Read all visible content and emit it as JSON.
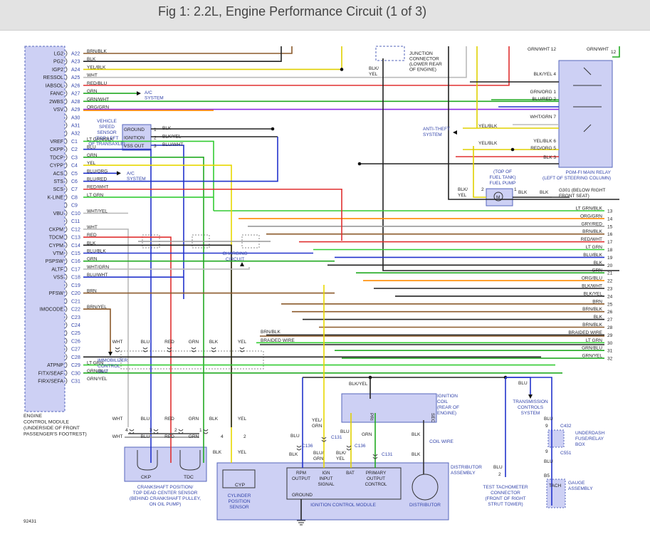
{
  "title": "Fig 1: 2.2L, Engine Performance Circuit (1 of 3)",
  "figure_id": "92431",
  "ecm": {
    "label_lines": [
      "ENGINE",
      "CONTROL MODULE",
      "(UNDERSIDE OF FRONT",
      "PASSENGER'S FOOTREST)"
    ],
    "pins": [
      {
        "sig": "LG2",
        "pin": "A22",
        "color": "BRN/BLK",
        "wc": "#8b5a2b"
      },
      {
        "sig": "PG2",
        "pin": "A23",
        "color": "BLK",
        "wc": "#222222"
      },
      {
        "sig": "IGP2",
        "pin": "A24",
        "color": "YEL/BLK",
        "wc": "#e0d000"
      },
      {
        "sig": "RESSOL",
        "pin": "A25",
        "color": "WHT",
        "wc": "#bbbbbb"
      },
      {
        "sig": "IABSOL",
        "pin": "A26",
        "color": "RED/BLU",
        "wc": "#e03030"
      },
      {
        "sig": "FANC",
        "pin": "A27",
        "color": "GRN",
        "wc": "#22aa22"
      },
      {
        "sig": "2WBS",
        "pin": "A28",
        "color": "GRN/WHT",
        "wc": "#22aa22"
      },
      {
        "sig": "VSV",
        "pin": "A29",
        "color": "ORG/GRN",
        "wc": "#ff8c00"
      },
      {
        "sig": "",
        "pin": "A30",
        "color": "",
        "wc": ""
      },
      {
        "sig": "",
        "pin": "A31",
        "color": "",
        "wc": ""
      },
      {
        "sig": "",
        "pin": "A32",
        "color": "",
        "wc": ""
      },
      {
        "sig": "VREF",
        "pin": "C1",
        "color": "LT GRN/BLK",
        "wc": "#33cc33"
      },
      {
        "sig": "CKPP",
        "pin": "C2",
        "color": "BLU",
        "wc": "#2233cc"
      },
      {
        "sig": "TDCP",
        "pin": "C3",
        "color": "GRN",
        "wc": "#22aa22"
      },
      {
        "sig": "CYPP",
        "pin": "C4",
        "color": "YEL",
        "wc": "#e8d800"
      },
      {
        "sig": "ACS",
        "pin": "C5",
        "color": "BLU/ORG",
        "wc": "#2233cc"
      },
      {
        "sig": "STS",
        "pin": "C6",
        "color": "BLU/RED",
        "wc": "#2233cc"
      },
      {
        "sig": "SCS",
        "pin": "C7",
        "color": "RED/WHT",
        "wc": "#e03030"
      },
      {
        "sig": "K-LINE",
        "pin": "C8",
        "color": "LT GRN",
        "wc": "#33cc33"
      },
      {
        "sig": "",
        "pin": "C9",
        "color": "",
        "wc": ""
      },
      {
        "sig": "VBU",
        "pin": "C10",
        "color": "WHT/YEL",
        "wc": "#bbbbbb"
      },
      {
        "sig": "",
        "pin": "C11",
        "color": "",
        "wc": ""
      },
      {
        "sig": "CKPM",
        "pin": "C12",
        "color": "WHT",
        "wc": "#bbbbbb"
      },
      {
        "sig": "TDCM",
        "pin": "C13",
        "color": "RED",
        "wc": "#e03030"
      },
      {
        "sig": "CYPM",
        "pin": "C14",
        "color": "BLK",
        "wc": "#222222"
      },
      {
        "sig": "VTM",
        "pin": "C15",
        "color": "BLU/BLK",
        "wc": "#2233cc"
      },
      {
        "sig": "PSPSW",
        "pin": "C16",
        "color": "GRN",
        "wc": "#22aa22"
      },
      {
        "sig": "ALTF",
        "pin": "C17",
        "color": "WHT/GRN",
        "wc": "#bbbbbb"
      },
      {
        "sig": "VSS",
        "pin": "C18",
        "color": "BLU/WHT",
        "wc": "#2233cc"
      },
      {
        "sig": "",
        "pin": "C19",
        "color": "",
        "wc": ""
      },
      {
        "sig": "PFSW",
        "pin": "C20",
        "color": "BRN",
        "wc": "#8b5a2b"
      },
      {
        "sig": "",
        "pin": "C21",
        "color": "",
        "wc": ""
      },
      {
        "sig": "IMOCODE",
        "pin": "C22",
        "color": "BRN/YEL",
        "wc": "#8b5a2b"
      },
      {
        "sig": "",
        "pin": "C23",
        "color": "",
        "wc": ""
      },
      {
        "sig": "",
        "pin": "C24",
        "color": "",
        "wc": ""
      },
      {
        "sig": "",
        "pin": "C25",
        "color": "",
        "wc": ""
      },
      {
        "sig": "",
        "pin": "C26",
        "color": "",
        "wc": ""
      },
      {
        "sig": "",
        "pin": "C27",
        "color": "",
        "wc": ""
      },
      {
        "sig": "",
        "pin": "C28",
        "color": "",
        "wc": ""
      },
      {
        "sig": "ATPNP",
        "pin": "C29",
        "color": "LT GRN",
        "wc": "#33cc33"
      },
      {
        "sig": "FITX/SEAF",
        "pin": "C30",
        "color": "GRN/BLU",
        "wc": "#22aa22"
      },
      {
        "sig": "FIRX/SEFA",
        "pin": "C31",
        "color": "GRN/YEL",
        "wc": "#22aa22"
      }
    ]
  },
  "right_wires": [
    {
      "num": "13",
      "color": "LT GRN/BLK",
      "wc": "#33cc33"
    },
    {
      "num": "14",
      "color": "ORG/GRN",
      "wc": "#ff8c00"
    },
    {
      "num": "15",
      "color": "GRY/RED",
      "wc": "#999999"
    },
    {
      "num": "16",
      "color": "BRN/BLK",
      "wc": "#8b5a2b"
    },
    {
      "num": "17",
      "color": "RED/WHT",
      "wc": "#e03030"
    },
    {
      "num": "18",
      "color": "LT GRN",
      "wc": "#33cc33"
    },
    {
      "num": "19",
      "color": "BLU/BLK",
      "wc": "#2233cc"
    },
    {
      "num": "20",
      "color": "BLK",
      "wc": "#222222"
    },
    {
      "num": "21",
      "color": "GRN",
      "wc": "#22aa22"
    },
    {
      "num": "22",
      "color": "ORG/BLU",
      "wc": "#ff8c00"
    },
    {
      "num": "23",
      "color": "BLK/WHT",
      "wc": "#222222"
    },
    {
      "num": "24",
      "color": "BLK/YEL",
      "wc": "#222222"
    },
    {
      "num": "25",
      "color": "BRN",
      "wc": "#8b5a2b"
    },
    {
      "num": "26",
      "color": "BRN/BLK",
      "wc": "#8b5a2b"
    },
    {
      "num": "27",
      "color": "BLK",
      "wc": "#222222"
    },
    {
      "num": "28",
      "color": "BRN/BLK",
      "wc": "#8b5a2b"
    },
    {
      "num": "29",
      "color": "BRAIDED WIRE",
      "wc": "#222222"
    },
    {
      "num": "30",
      "color": "LT GRN",
      "wc": "#33cc33"
    },
    {
      "num": "31",
      "color": "GRN/BLU",
      "wc": "#22aa22"
    },
    {
      "num": "32",
      "color": "GRN/YEL",
      "wc": "#22aa22"
    }
  ],
  "relay": {
    "label_lines": [
      "PGM-FI MAIN RELAY",
      "(LEFT OF STEERING COLUMN)"
    ],
    "pins": [
      {
        "num": "12",
        "color": "GRN/WHT",
        "wc": "#22aa22"
      },
      {
        "num": "4",
        "color": "BLK/YEL",
        "wc": "#222222"
      },
      {
        "num": "1",
        "color": "GRN/ORG",
        "wc": "#22aa22"
      },
      {
        "num": "2",
        "color": "BLU/RED",
        "wc": "#2233cc"
      },
      {
        "num": "7",
        "color": "WHT/GRN",
        "wc": "#bbbbbb"
      },
      {
        "num": "6",
        "color": "YEL/BLK",
        "wc": "#e0d000"
      },
      {
        "num": "5",
        "color": "RED/ORG",
        "wc": "#e03030"
      },
      {
        "num": "3",
        "color": "BLK",
        "wc": "#222222"
      }
    ]
  },
  "labels": {
    "junction": [
      "JUNCTION",
      "CONNECTOR",
      "(LOWER REAR",
      "OF ENGINE)"
    ],
    "junction_wire": [
      "BLK/",
      "YEL"
    ],
    "ac_system": [
      "A/C",
      "SYSTEM"
    ],
    "anti_theft": [
      "ANTI-THEFT",
      "SYSTEM"
    ],
    "yel_blk": "YEL/BLK",
    "vss_sensor": [
      "VEHICLE",
      "SPEED",
      "SENSOR",
      "(TOP LEFT",
      "OF TRANSAXLE)"
    ],
    "vss_box": [
      "GROUND",
      "IGNITION",
      "VSS OUT"
    ],
    "vss_pins": [
      {
        "num": "1",
        "color": "BLK"
      },
      {
        "num": "2",
        "color": "BLK/YEL"
      },
      {
        "num": "3",
        "color": "BLU/WHT"
      }
    ],
    "fuel_pump": [
      "(TOP OF",
      "FUEL TANK)",
      "FUEL PUMP"
    ],
    "fuel_pump_in": [
      "BLK/",
      "YEL"
    ],
    "fuel_pump_pins": [
      "2",
      "1"
    ],
    "blk": "BLK",
    "g301": [
      "G301 (BELOW RIGHT",
      "FRONT SEAT)"
    ],
    "charging": [
      "CHARGING",
      "CIRCUIT"
    ],
    "braided": "BRAIDED WIRE",
    "brn_blk": "BRN/BLK",
    "immobilizer": [
      "IMMOBILIZER",
      "CONTROL",
      "UNIT"
    ],
    "crank_wires": [
      "WHT",
      "BLU",
      "RED",
      "GRN",
      "BLK",
      "YEL"
    ],
    "crank_pins": [
      "4",
      "3",
      "2",
      "1",
      "4",
      "2"
    ],
    "crank_sensor": [
      "CRANKSHAFT POSITION/",
      "TOP DEAD CENTER SENSOR",
      "(BEHIND CRANKSHAFT PULLEY,",
      "ON OIL PUMP)"
    ],
    "ckp": "CKP",
    "tdc": "TDC",
    "cyp": "CYP",
    "cyp_sensor": [
      "CYLINDER",
      "POSITION",
      "SENSOR"
    ],
    "ign_coil": [
      "IGNITION",
      "COIL",
      "(REAR OF",
      "ENGINE)"
    ],
    "pri": "PRI",
    "sec": "SEC",
    "coil_wire": "COIL WIRE",
    "blk_yel": "BLK/YEL",
    "c136": "C136",
    "c131": "C131",
    "icm_cols": [
      [
        "RPM",
        "OUTPUT"
      ],
      [
        "IGN",
        "INPUT",
        "SIGNAL"
      ],
      [
        "BAT"
      ],
      [
        "PRIMARY",
        "OUTPUT",
        "CONTROL"
      ]
    ],
    "ground": "GROUND",
    "icm": "IGNITION CONTROL MODULE",
    "distributor": "DISTRIBUTOR",
    "dist_assy": [
      "DISTRIBUTOR",
      "ASSEMBLY"
    ],
    "tach_conn": [
      "TEST TACHOMETER",
      "CONNECTOR",
      "(FRONT OF RIGHT",
      "STRUT TOWER)"
    ],
    "trans": [
      "TRANSMISSION",
      "CONTROLS",
      "SYSTEM"
    ],
    "blu": "BLU",
    "c432": "C432",
    "c551": "C551",
    "fuse_box": [
      "UNDERDASH",
      "FUSE/RELAY",
      "BOX"
    ],
    "tach": "TACH",
    "gauge": [
      "GAUGE",
      "ASSEMBLY"
    ],
    "b5": "B5",
    "pin9": "9",
    "pin2": "2"
  }
}
